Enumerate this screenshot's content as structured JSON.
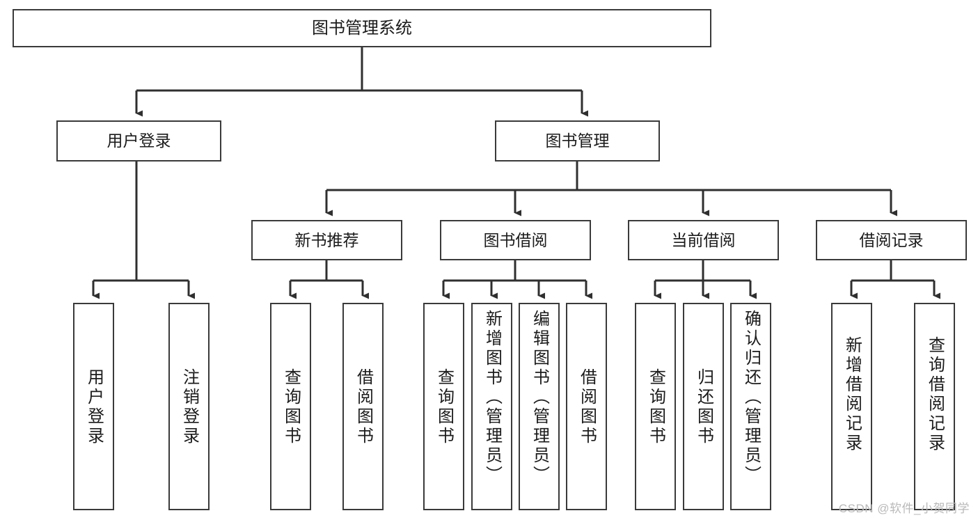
{
  "diagram": {
    "title_node": {
      "id": "root",
      "label": "图书管理系统"
    },
    "level2": [
      {
        "id": "user-login",
        "label": "用户登录"
      },
      {
        "id": "book-manage",
        "label": "图书管理"
      }
    ],
    "level3": [
      {
        "id": "new-book-rec",
        "label": "新书推荐"
      },
      {
        "id": "book-borrow",
        "label": "图书借阅"
      },
      {
        "id": "current-borrow",
        "label": "当前借阅"
      },
      {
        "id": "borrow-record",
        "label": "借阅记录"
      }
    ],
    "leaves": [
      {
        "id": "leaf-user-login",
        "label": "用户登录",
        "parent": "user-login"
      },
      {
        "id": "leaf-logout-login",
        "label": "注销登录",
        "parent": "user-login"
      },
      {
        "id": "leaf-query-book-1",
        "label": "查询图书",
        "parent": "new-book-rec"
      },
      {
        "id": "leaf-borrow-book-1",
        "label": "借阅图书",
        "parent": "new-book-rec"
      },
      {
        "id": "leaf-query-book-2",
        "label": "查询图书",
        "parent": "book-borrow"
      },
      {
        "id": "leaf-add-book",
        "label": "新增图书（管理员）",
        "parent": "book-borrow"
      },
      {
        "id": "leaf-edit-book",
        "label": "编辑图书（管理员）",
        "parent": "book-borrow"
      },
      {
        "id": "leaf-borrow-book-2",
        "label": "借阅图书",
        "parent": "book-borrow"
      },
      {
        "id": "leaf-query-book-3",
        "label": "查询图书",
        "parent": "current-borrow"
      },
      {
        "id": "leaf-return-book",
        "label": "归还图书",
        "parent": "current-borrow"
      },
      {
        "id": "leaf-confirm-return",
        "label": "确认归还（管理员）",
        "parent": "current-borrow"
      },
      {
        "id": "leaf-add-record",
        "label": "新增借阅记录",
        "parent": "borrow-record"
      },
      {
        "id": "leaf-query-record",
        "label": "查询借阅记录",
        "parent": "borrow-record"
      }
    ],
    "colors": {
      "border": "#3a3a3a",
      "text": "#1b1b1b",
      "background": "#ffffff",
      "connector": "#2f2f2f",
      "watermark": "#b9b9b9"
    }
  },
  "watermark": {
    "text": "CSDN @软件_小贺同学"
  }
}
